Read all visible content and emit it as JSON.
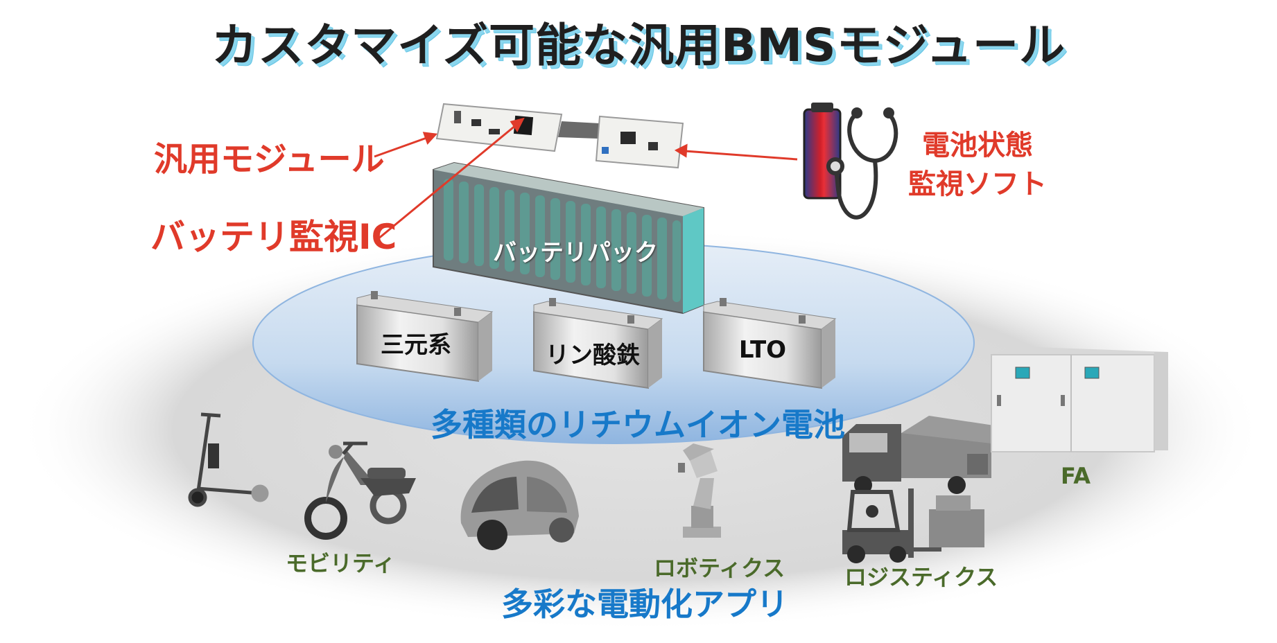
{
  "title": "カスタマイズ可能な汎用BMSモジュール",
  "labels": {
    "module": "汎用モジュール",
    "monitor_ic": "バッテリ監視IC",
    "software_line1": "電池状態",
    "software_line2": "監視ソフト",
    "battery_pack": "バッテリパック",
    "li_ion": "多種類のリチウムイオン電池",
    "apps": "多彩な電動化アプリ"
  },
  "cells": [
    "三元系",
    "リン酸鉄",
    "LTO"
  ],
  "applications": {
    "mobility": "モビリティ",
    "robotics": "ロボティクス",
    "logistics": "ロジスティクス",
    "fa": "FA"
  },
  "icons": [
    "circuit-board-icon",
    "smartphone-battery-icon",
    "stethoscope-icon",
    "battery-pack-icon",
    "prismatic-cell-icon",
    "kick-scooter-icon",
    "motor-scooter-icon",
    "micro-car-icon",
    "robot-arm-icon",
    "truck-icon",
    "forklift-icon",
    "control-cabinet-icon"
  ],
  "colors": {
    "accent_red": "#e03a2a",
    "accent_blue": "#1779c9",
    "accent_green": "#4a6a2a",
    "title_shadow": "#8ad6ee"
  }
}
